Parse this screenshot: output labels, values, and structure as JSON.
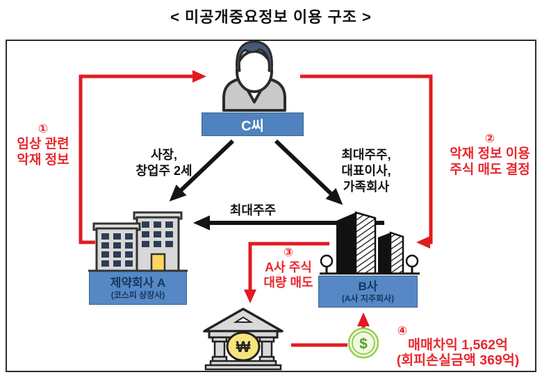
{
  "title": "<  미공개중요정보  이용  구조  >",
  "actor": {
    "label": "C씨"
  },
  "companies": {
    "pharma": {
      "name": "제약회사 A",
      "subtitle": "(코스피 상장사)"
    },
    "holding": {
      "name": "B사",
      "subtitle": "(A사 지주회사)"
    }
  },
  "relations": {
    "ceo": {
      "lines": [
        "사장,",
        "창업주 2세"
      ]
    },
    "owner": {
      "lines": [
        "최대주주,",
        "대표이사,",
        "가족회사"
      ]
    },
    "major_shareholder": {
      "label": "최대주주"
    }
  },
  "steps": {
    "step1": {
      "num": "①",
      "lines": [
        "임상 관련",
        "악재 정보"
      ]
    },
    "step2": {
      "num": "②",
      "lines": [
        "악재 정보 이용",
        "주식 매도 결정"
      ]
    },
    "step3": {
      "num": "③",
      "lines": [
        "A사 주식",
        "대량 매도"
      ]
    },
    "step4": {
      "num": "④",
      "lines": [
        "매매차익 1,562억",
        "(회피손실금액 369억)"
      ]
    }
  },
  "icons": {
    "bank_coin_symbol": "₩",
    "profit_coin_symbol": "$"
  },
  "colors": {
    "arrow_red": "#e01b22",
    "text_red": "#e8272d",
    "arrow_black": "#141414",
    "actor_label_blue": "#4f82be",
    "company_label_blue": "#5588c5",
    "label_text_navy": "#17375e",
    "coin_green": "#92d050",
    "door_yellow": "#ffd65c",
    "building_gray": "#d8d8d8"
  }
}
